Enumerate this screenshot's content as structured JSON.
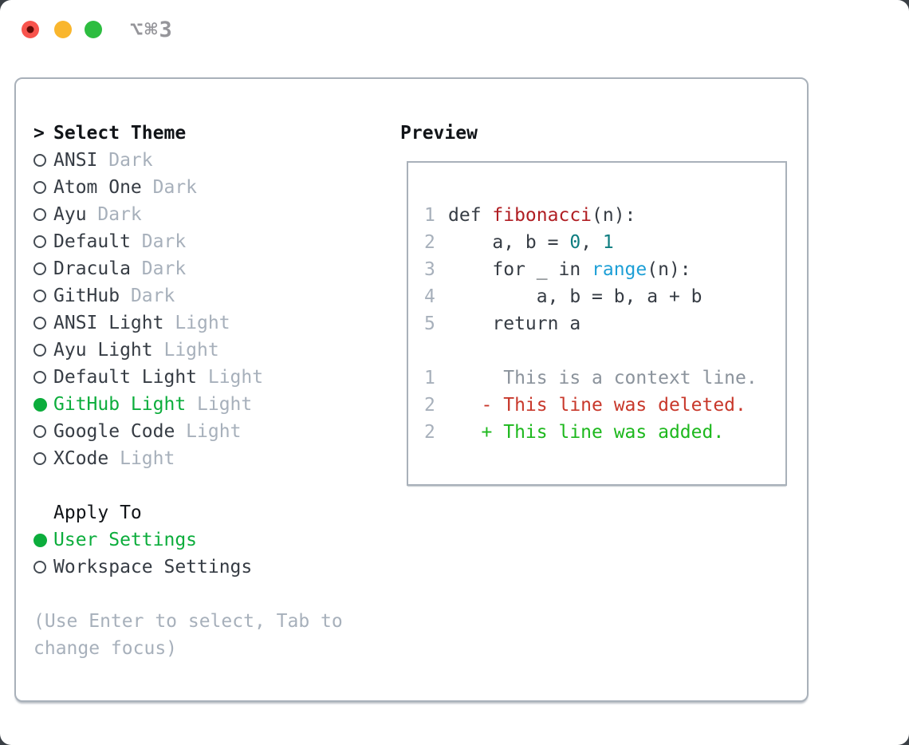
{
  "colors": {
    "sel-green": "#0cad3c",
    "add-green": "#1db81d",
    "del-red": "#c8382b",
    "func-red": "#b01e23",
    "num-teal": "#0e7d80",
    "builtin-blue": "#1d9fd6",
    "ctx-gray": "#8b939c",
    "title-gray": "#95959a",
    "tl-red": "#f8544d",
    "tl-red-dot": "#620b06",
    "tl-yellow": "#f9b62d",
    "tl-green": "#2dbd40"
  },
  "window": {
    "title": "⌥⌘3",
    "traffic_lights": [
      {
        "name": "close-button",
        "color_key": "tl-red",
        "has_dot": true
      },
      {
        "name": "minimize-button",
        "color_key": "tl-yellow",
        "has_dot": false
      },
      {
        "name": "zoom-button",
        "color_key": "tl-green",
        "has_dot": false
      }
    ]
  },
  "theme_list": {
    "header_prefix": ">",
    "header": "Select Theme",
    "items": [
      {
        "name": "ANSI",
        "variant": "Dark",
        "selected": false
      },
      {
        "name": "Atom One",
        "variant": "Dark",
        "selected": false
      },
      {
        "name": "Ayu",
        "variant": "Dark",
        "selected": false
      },
      {
        "name": "Default",
        "variant": "Dark",
        "selected": false
      },
      {
        "name": "Dracula",
        "variant": "Dark",
        "selected": false
      },
      {
        "name": "GitHub",
        "variant": "Dark",
        "selected": false
      },
      {
        "name": "ANSI Light",
        "variant": "Light",
        "selected": false
      },
      {
        "name": "Ayu Light",
        "variant": "Light",
        "selected": false
      },
      {
        "name": "Default Light",
        "variant": "Light",
        "selected": false
      },
      {
        "name": "GitHub Light",
        "variant": "Light",
        "selected": true
      },
      {
        "name": "Google Code",
        "variant": "Light",
        "selected": false
      },
      {
        "name": "XCode",
        "variant": "Light",
        "selected": false
      }
    ]
  },
  "apply_to": {
    "header": "Apply To",
    "options": [
      {
        "name": "User Settings",
        "selected": true
      },
      {
        "name": "Workspace Settings",
        "selected": false
      }
    ]
  },
  "help_lines": [
    "(Use Enter to select, Tab to",
    "change focus)"
  ],
  "preview": {
    "header": "Preview",
    "lines": [
      {
        "num": "1",
        "segments": [
          {
            "text": "def ",
            "style": "code"
          },
          {
            "text": "fibonacci",
            "style": "function"
          },
          {
            "text": "(n):",
            "style": "code"
          }
        ]
      },
      {
        "num": "2",
        "segments": [
          {
            "text": "    a, b = ",
            "style": "code"
          },
          {
            "text": "0",
            "style": "number"
          },
          {
            "text": ", ",
            "style": "code"
          },
          {
            "text": "1",
            "style": "number"
          }
        ]
      },
      {
        "num": "3",
        "segments": [
          {
            "text": "    for _ in ",
            "style": "code"
          },
          {
            "text": "range",
            "style": "builtin"
          },
          {
            "text": "(n):",
            "style": "code"
          }
        ]
      },
      {
        "num": "4",
        "segments": [
          {
            "text": "        a, b = b, a + b",
            "style": "code"
          }
        ]
      },
      {
        "num": "5",
        "segments": [
          {
            "text": "    return a",
            "style": "code"
          }
        ]
      },
      {
        "num": "",
        "segments": []
      },
      {
        "num": "1",
        "segments": [
          {
            "text": "     This is a context line.",
            "style": "context"
          }
        ]
      },
      {
        "num": "2",
        "segments": [
          {
            "text": "   - This line was deleted.",
            "style": "deleted"
          }
        ]
      },
      {
        "num": "2",
        "segments": [
          {
            "text": "   + This line was added.",
            "style": "added"
          }
        ]
      }
    ]
  }
}
